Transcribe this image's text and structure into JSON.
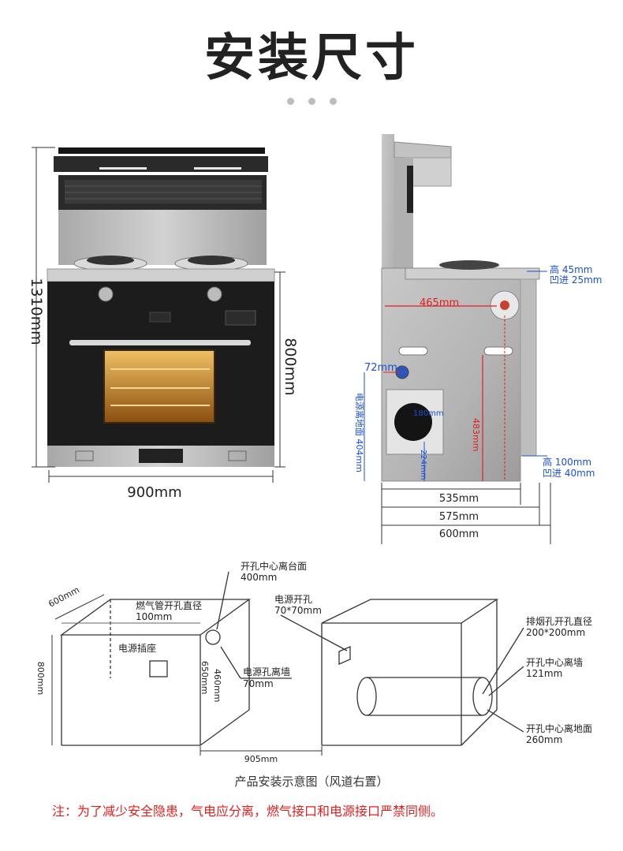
{
  "title": "安装尺寸",
  "front_view": {
    "height_total": "1310mm",
    "height_body": "800mm",
    "width": "900mm"
  },
  "side_view": {
    "dim_465": "465mm",
    "dim_72": "72mm",
    "dim_180": "180mm",
    "dim_483": "483mm",
    "dim_224": "224mm",
    "power_height_label": "电源离地面 404mm",
    "top_recess": [
      "高 45mm",
      "凹进 25mm"
    ],
    "bottom_recess": [
      "高 100mm",
      "凹进 40mm"
    ],
    "dim_535": "535mm",
    "dim_575": "575mm",
    "dim_600": "600mm"
  },
  "diagram": {
    "depth_600": "600mm",
    "height_800": "800mm",
    "width_905": "905mm",
    "gas_hole_label": "燃气管开孔直径",
    "gas_hole_value": "100mm",
    "hole_center_top_label": "开孔中心离台面",
    "hole_center_top_value": "400mm",
    "power_socket": "电源插座",
    "dim_650": "650mm",
    "dim_460": "460mm",
    "power_hole_wall_label": "电源孔离墙",
    "power_hole_wall_value": "70mm",
    "power_hole_label": "电源开孔",
    "power_hole_value": "70*70mm",
    "exhaust_label": "排烟孔开孔直径",
    "exhaust_value": "200*200mm",
    "center_wall_label": "开孔中心离墙",
    "center_wall_value": "121mm",
    "center_floor_label": "开孔中心离地面",
    "center_floor_value": "260mm"
  },
  "caption": "产品安装示意图（风道右置）",
  "note": "注：为了减少安全隐患，气电应分离，燃气接口和电源接口严禁同侧。",
  "colors": {
    "blue_label": "#1a4fd6",
    "red_label": "#e02020",
    "steel": "#b9b9b9",
    "oven_black": "#1c1c1c",
    "oven_glass": "#c98a2a"
  }
}
